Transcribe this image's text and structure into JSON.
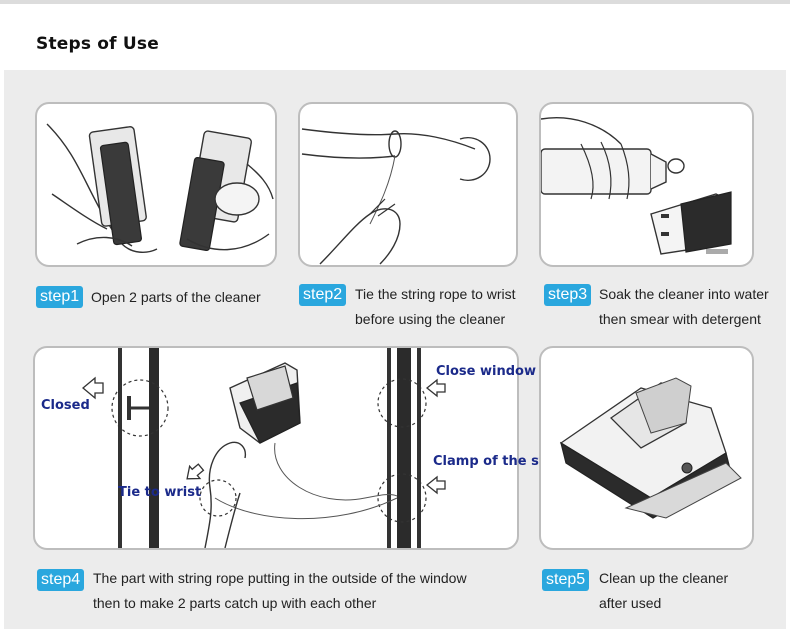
{
  "header": {
    "title": "Steps of Use"
  },
  "steps": [
    {
      "badge": "step1",
      "line1": "Open 2 parts of the cleaner",
      "line2": ""
    },
    {
      "badge": "step2",
      "line1": "Tie the string rope to wrist",
      "line2": "before using the cleaner"
    },
    {
      "badge": "step3",
      "line1": "Soak the cleaner into water",
      "line2": "then smear with detergent"
    },
    {
      "badge": "step4",
      "line1": "The part with string rope putting in the outside of the window",
      "line2": "then to make 2 parts catch up with each other"
    },
    {
      "badge": "step5",
      "line1": "Clean up the cleaner",
      "line2": "after used"
    }
  ],
  "diagram": {
    "closed": "Closed",
    "close_window": "Close window",
    "tie_to_wrist": "Tie to wrist",
    "clamp_string": "Clamp of the string"
  },
  "colors": {
    "badge": "#2aa7de",
    "label": "#1b2a8a",
    "panel": "#ececec"
  }
}
